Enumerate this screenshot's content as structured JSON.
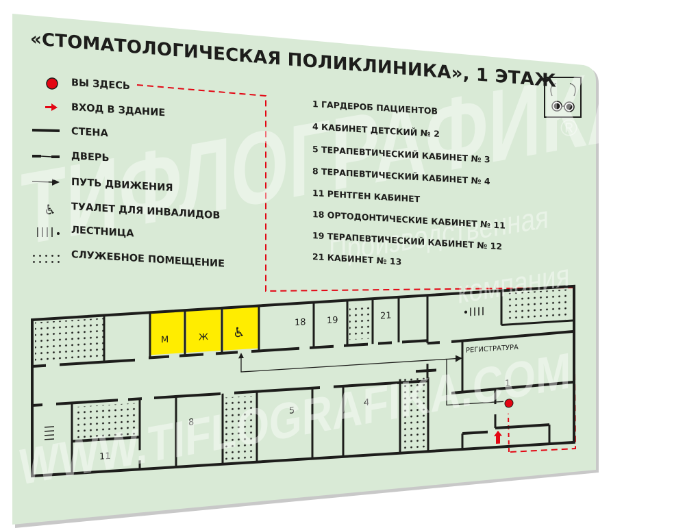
{
  "sign": {
    "title": "«СТОМАТОЛОГИЧЕСКАЯ ПОЛИКЛИНИКА», 1 ЭТАЖ",
    "background_color": "#d9ead6",
    "accent_color": "#e30613",
    "toilet_color": "#ffed00",
    "corner_icon": "low-vision-glasses-icon"
  },
  "legend": [
    {
      "icon": "red-dot-icon",
      "label": "ВЫ ЗДЕСЬ"
    },
    {
      "icon": "red-arrow-icon",
      "label": "ВХОД В ЗДАНИЕ"
    },
    {
      "icon": "wall-line-icon",
      "label": "СТЕНА"
    },
    {
      "icon": "door-line-icon",
      "label": "ДВЕРЬ"
    },
    {
      "icon": "path-arrow-icon",
      "label": "ПУТЬ ДВИЖЕНИЯ"
    },
    {
      "icon": "wheelchair-icon",
      "label": "ТУАЛЕТ ДЛЯ ИНВАЛИДОВ"
    },
    {
      "icon": "stairs-icon",
      "label": "ЛЕСТНИЦА"
    },
    {
      "icon": "dotted-area-icon",
      "label": "СЛУЖЕБНОЕ ПОМЕЩЕНИЕ"
    }
  ],
  "rooms_list": [
    "1 ГАРДЕРОБ ПАЦИЕНТОВ",
    "4 КАБИНЕТ ДЕТСКИЙ № 2",
    "5 ТЕРАПЕВТИЧЕСКИЙ КАБИНЕТ № 3",
    "8 ТЕРАПЕВТИЧЕСКИЙ КАБИНЕТ № 4",
    "11 РЕНТГЕН КАБИНЕТ",
    "18 ОРТОДОНТИЧЕСКИЕ КАБИНЕТ № 11",
    "19 ТЕРАПЕВТИЧЕСКИЙ КАБИНЕТ № 12",
    "21 КАБИНЕТ № 13"
  ],
  "plan": {
    "men": "М",
    "women": "Ж",
    "room_18": "18",
    "room_19": "19",
    "room_21": "21",
    "reception": "РЕГИСТРАТУРА",
    "room_1": "1",
    "room_8": "8",
    "room_5": "5",
    "room_4": "4",
    "room_11": "11"
  },
  "watermark": {
    "brand": "ТИФЛОГРАФИКА",
    "line1": "Производственная",
    "line2": "компания",
    "url": "WWW.TIFLOGRAFIKA.COM",
    "registered": "®"
  }
}
